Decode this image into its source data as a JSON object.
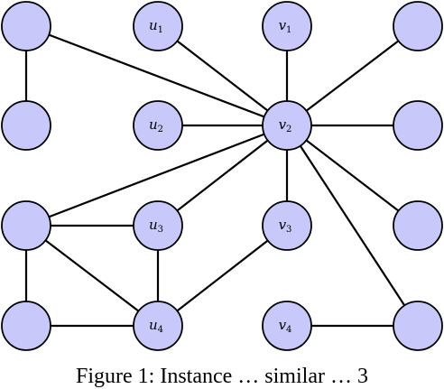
{
  "graph": {
    "nodes": [
      {
        "id": "a1",
        "base": "",
        "sub": ""
      },
      {
        "id": "u1",
        "base": "u",
        "sub": "1"
      },
      {
        "id": "v1",
        "base": "v",
        "sub": "1"
      },
      {
        "id": "d1",
        "base": "",
        "sub": ""
      },
      {
        "id": "a2",
        "base": "",
        "sub": ""
      },
      {
        "id": "u2",
        "base": "u",
        "sub": "2"
      },
      {
        "id": "v2",
        "base": "v",
        "sub": "2"
      },
      {
        "id": "d2",
        "base": "",
        "sub": ""
      },
      {
        "id": "a3",
        "base": "",
        "sub": ""
      },
      {
        "id": "u3",
        "base": "u",
        "sub": "3"
      },
      {
        "id": "v3",
        "base": "v",
        "sub": "3"
      },
      {
        "id": "d3",
        "base": "",
        "sub": ""
      },
      {
        "id": "a4",
        "base": "",
        "sub": ""
      },
      {
        "id": "u4",
        "base": "u",
        "sub": "4"
      },
      {
        "id": "v4",
        "base": "v",
        "sub": "4"
      },
      {
        "id": "d4",
        "base": "",
        "sub": ""
      }
    ],
    "edges": [
      [
        "a1",
        "v2"
      ],
      [
        "a1",
        "a2"
      ],
      [
        "u1",
        "v2"
      ],
      [
        "v1",
        "v2"
      ],
      [
        "d1",
        "v2"
      ],
      [
        "u2",
        "v2"
      ],
      [
        "v2",
        "d2"
      ],
      [
        "v2",
        "d3"
      ],
      [
        "v2",
        "d4"
      ],
      [
        "v2",
        "v3"
      ],
      [
        "v2",
        "u3"
      ],
      [
        "v2",
        "a3"
      ],
      [
        "a3",
        "u3"
      ],
      [
        "a3",
        "a4"
      ],
      [
        "a3",
        "u4"
      ],
      [
        "u3",
        "u4"
      ],
      [
        "v3",
        "u4"
      ],
      [
        "a4",
        "u4"
      ],
      [
        "v4",
        "d4"
      ]
    ]
  },
  "caption": "Figure 1: Instance … similar … 3"
}
